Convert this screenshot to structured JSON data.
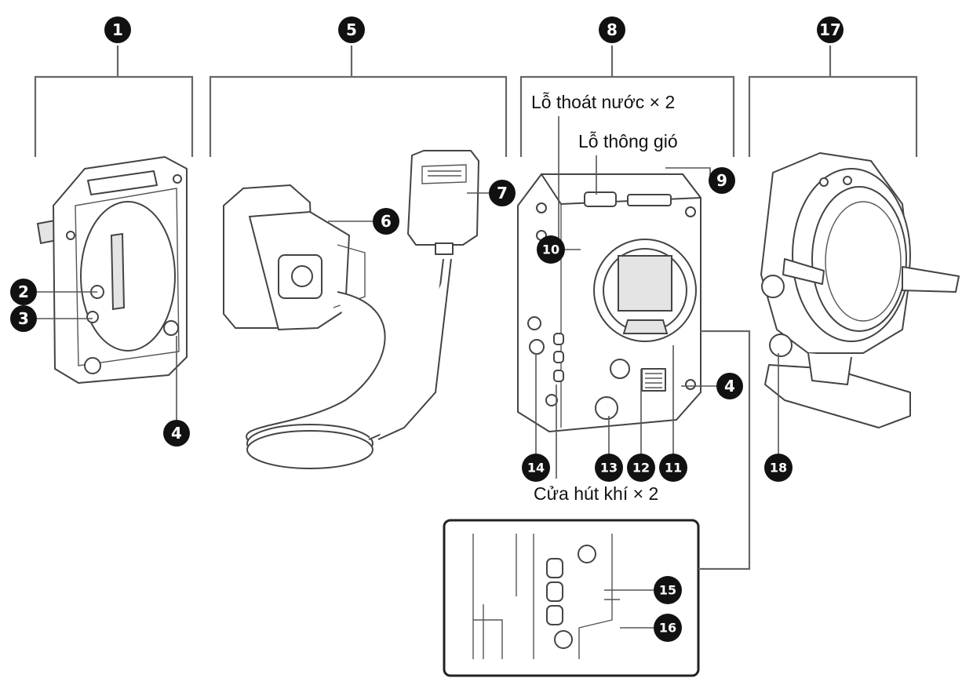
{
  "badges": [
    "1",
    "2",
    "3",
    "4",
    "5",
    "6",
    "7",
    "8",
    "9",
    "10",
    "11",
    "12",
    "13",
    "14",
    "15",
    "16",
    "17",
    "18"
  ],
  "labels": {
    "drain_holes": "Lỗ thoát nước × 2",
    "ventilation": "Lỗ thông gió",
    "air_intake": "Cửa hút khí × 2"
  },
  "colors": {
    "badge": "#111111",
    "badge_text": "#ffffff",
    "line": "#666666"
  }
}
